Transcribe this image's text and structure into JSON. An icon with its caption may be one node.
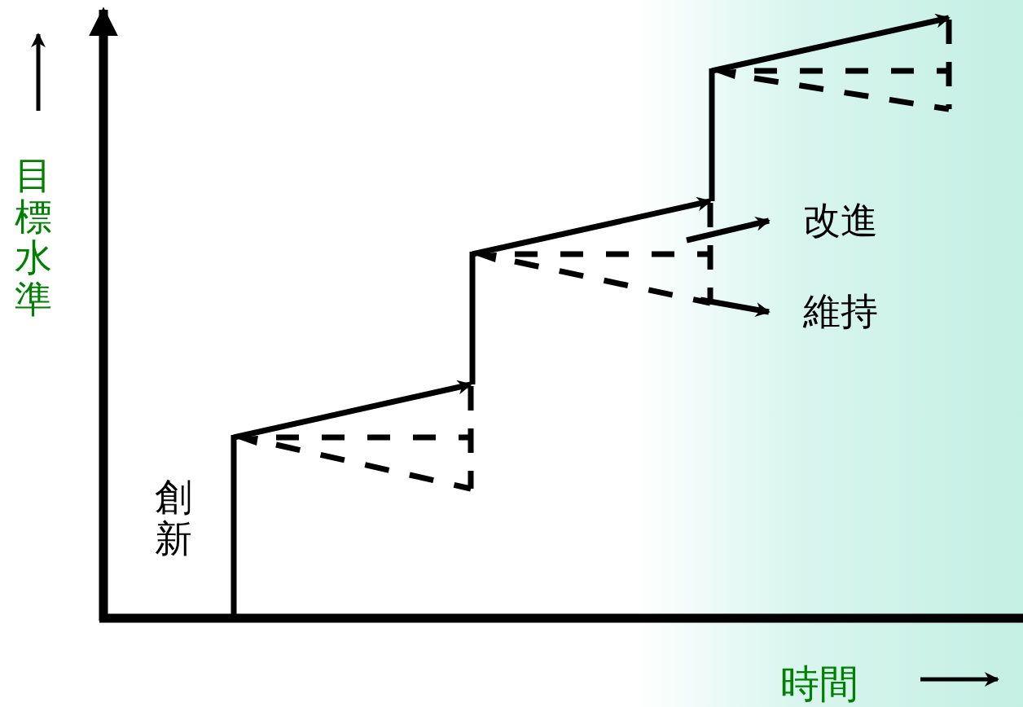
{
  "diagram": {
    "nodes": [
      {
        "text": [
          "目標水準"
        ]
      },
      {
        "text": [
          "時間"
        ]
      },
      {
        "text": [
          "創新"
        ]
      },
      {
        "text": [
          "改進"
        ]
      },
      {
        "text": [
          "維持"
        ]
      }
    ],
    "edges": [
      {
        "from": null,
        "to": 3,
        "arrow": "to"
      },
      {
        "from": null,
        "to": 4,
        "arrow": "to"
      }
    ]
  }
}
